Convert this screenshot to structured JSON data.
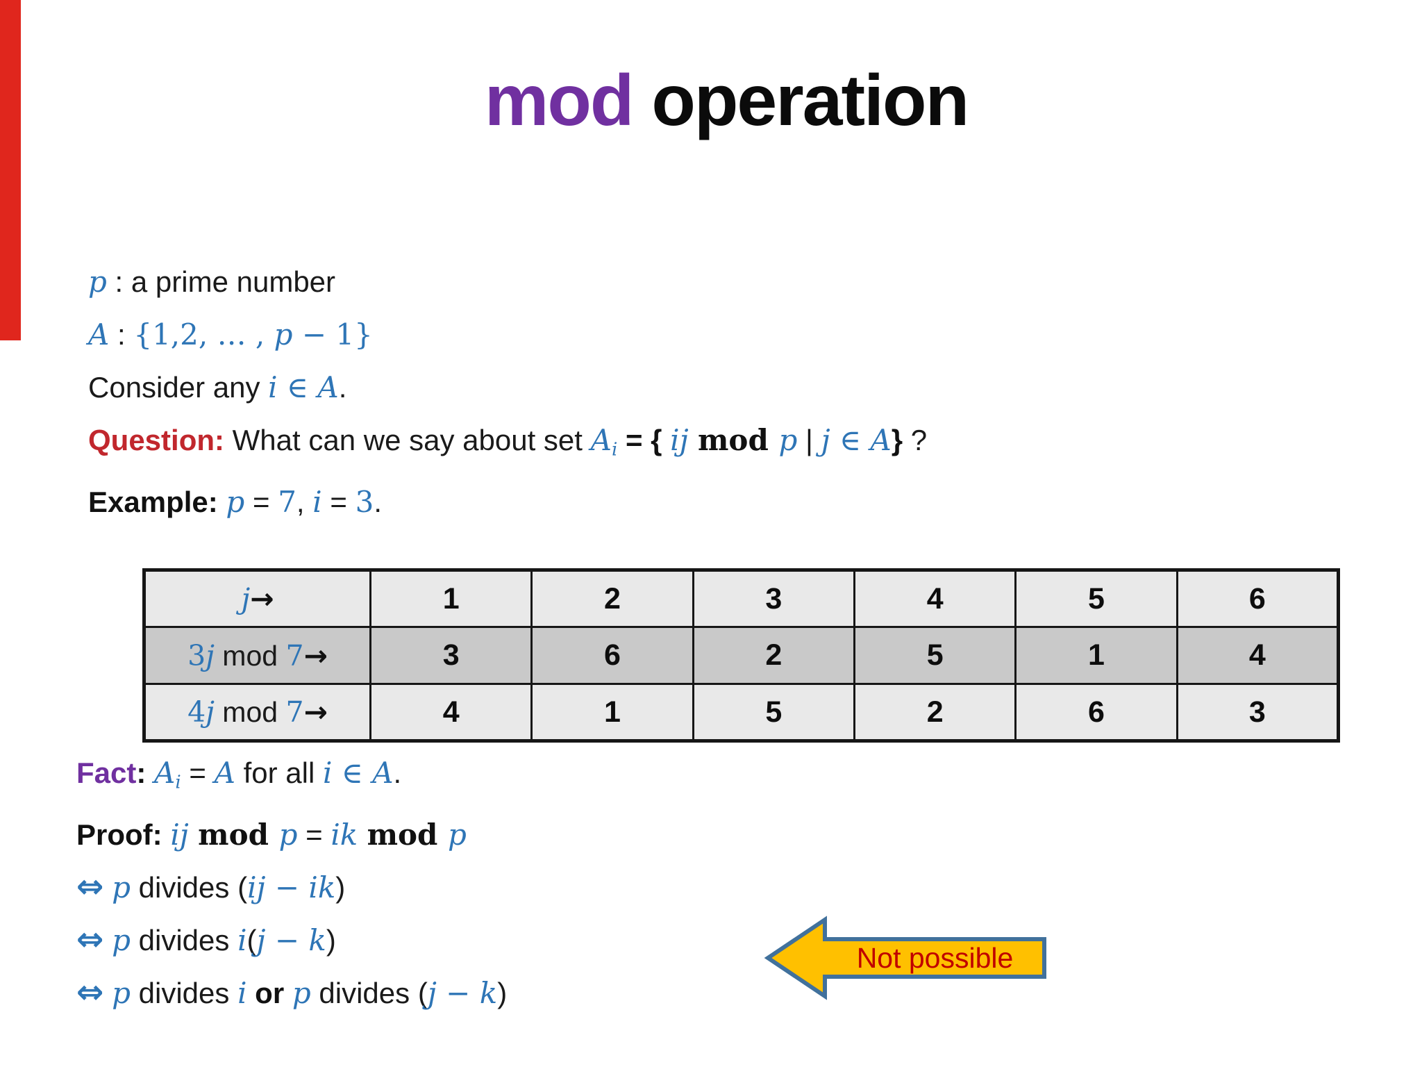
{
  "title": {
    "accent": "mod",
    "rest": " operation"
  },
  "colors": {
    "title_accent": "#7030A0",
    "math_blue": "#2E75B6",
    "table_header_blue": "#4A90C8",
    "question_red": "#C1272D",
    "fact_purple": "#7030A0",
    "arrow_fill": "#FFC000",
    "arrow_border": "#41719C",
    "arrow_text": "#C00000",
    "table_light": "#E9E9E9",
    "table_dark": "#C9C9C9",
    "red_strip": "#E0261D"
  },
  "lines_top": [
    {
      "name": "line-p-prime",
      "runs": [
        {
          "t": "p",
          "c": "m"
        },
        {
          "t": "  :  ",
          "c": "k"
        },
        {
          "t": "a prime number",
          "c": "k"
        }
      ]
    },
    {
      "name": "line-set-A",
      "runs": [
        {
          "t": "A",
          "c": "m"
        },
        {
          "t": " : ",
          "c": "k"
        },
        {
          "t": "{1,2, … , ",
          "c": "mn"
        },
        {
          "t": "p",
          "c": "m"
        },
        {
          "t": " − 1}",
          "c": "mn"
        }
      ]
    },
    {
      "name": "line-consider",
      "runs": [
        {
          "t": "Consider any ",
          "c": "k"
        },
        {
          "t": "i",
          "c": "m"
        },
        {
          "t": " ∈ ",
          "c": "mn"
        },
        {
          "t": "A",
          "c": "m"
        },
        {
          "t": ".",
          "c": "k"
        }
      ]
    },
    {
      "name": "line-question",
      "runs": [
        {
          "t": "Question:",
          "c": "rb"
        },
        {
          "t": " What can we say about set ",
          "c": "k"
        },
        {
          "t": "A",
          "c": "m"
        },
        {
          "t": "i",
          "c": "ms"
        },
        {
          "t": " = ",
          "c": "b"
        },
        {
          "t": "{ ",
          "c": "b"
        },
        {
          "t": "ij ",
          "c": "m"
        },
        {
          "t": "mod ",
          "c": "mb"
        },
        {
          "t": "p",
          "c": "m"
        },
        {
          "t": " | ",
          "c": "k"
        },
        {
          "t": "j",
          "c": "m"
        },
        {
          "t": " ∈ ",
          "c": "mn"
        },
        {
          "t": "A",
          "c": "m"
        },
        {
          "t": "}",
          "c": "b"
        },
        {
          "t": " ?",
          "c": "k"
        }
      ]
    },
    {
      "name": "line-example",
      "runs": [
        {
          "t": "Example",
          "c": "b"
        },
        {
          "t": ": ",
          "c": "b"
        },
        {
          "t": "p",
          "c": "m"
        },
        {
          "t": " = ",
          "c": "k"
        },
        {
          "t": "7",
          "c": "mn"
        },
        {
          "t": ", ",
          "c": "k"
        },
        {
          "t": "i",
          "c": "m"
        },
        {
          "t": " = ",
          "c": "k"
        },
        {
          "t": "3",
          "c": "mn"
        },
        {
          "t": ".",
          "c": "k"
        }
      ]
    }
  ],
  "table": {
    "rows": [
      {
        "shade": "light",
        "header_runs": [
          {
            "t": "j",
            "c": "m"
          },
          {
            "t": "→",
            "c": "harr"
          }
        ],
        "values": [
          "1",
          "2",
          "3",
          "4",
          "5",
          "6"
        ]
      },
      {
        "shade": "dark",
        "header_runs": [
          {
            "t": "3",
            "c": "mn"
          },
          {
            "t": "j",
            "c": "m"
          },
          {
            "t": " mod ",
            "c": "k"
          },
          {
            "t": "7",
            "c": "mn"
          },
          {
            "t": "→",
            "c": "harr"
          }
        ],
        "values": [
          "3",
          "6",
          "2",
          "5",
          "1",
          "4"
        ]
      },
      {
        "shade": "light",
        "header_runs": [
          {
            "t": "4",
            "c": "mn"
          },
          {
            "t": "j",
            "c": "m"
          },
          {
            "t": " mod ",
            "c": "k"
          },
          {
            "t": "7",
            "c": "mn"
          },
          {
            "t": "→",
            "c": "harr"
          }
        ],
        "values": [
          "4",
          "1",
          "5",
          "2",
          "6",
          "3"
        ]
      }
    ]
  },
  "lines_bottom": [
    {
      "name": "line-fact",
      "runs": [
        {
          "t": "Fact",
          "c": "pb"
        },
        {
          "t": ": ",
          "c": "b"
        },
        {
          "t": "A",
          "c": "m"
        },
        {
          "t": "i",
          "c": "ms"
        },
        {
          "t": " = ",
          "c": "k"
        },
        {
          "t": "A",
          "c": "m"
        },
        {
          "t": " for all ",
          "c": "k"
        },
        {
          "t": "i",
          "c": "m"
        },
        {
          "t": " ∈ ",
          "c": "mn"
        },
        {
          "t": "A",
          "c": "m"
        },
        {
          "t": ".",
          "c": "k"
        }
      ]
    },
    {
      "name": "line-proof",
      "runs": [
        {
          "t": "Proof",
          "c": "b"
        },
        {
          "t": ": ",
          "c": "b"
        },
        {
          "t": "ij ",
          "c": "m"
        },
        {
          "t": "mod ",
          "c": "mb"
        },
        {
          "t": "p",
          "c": "m"
        },
        {
          "t": " = ",
          "c": "k"
        },
        {
          "t": "ik ",
          "c": "m"
        },
        {
          "t": "mod ",
          "c": "mb"
        },
        {
          "t": "p",
          "c": "m"
        }
      ]
    },
    {
      "name": "line-equiv-1",
      "runs": [
        {
          "t": "⇔",
          "c": "eq"
        },
        {
          "t": "  ",
          "c": "k"
        },
        {
          "t": "p",
          "c": "m"
        },
        {
          "t": " divides ",
          "c": "k"
        },
        {
          "t": "(",
          "c": "k"
        },
        {
          "t": "ij − ik",
          "c": "m"
        },
        {
          "t": ")",
          "c": "k"
        }
      ]
    },
    {
      "name": "line-equiv-2",
      "runs": [
        {
          "t": "⇔",
          "c": "eq"
        },
        {
          "t": "  ",
          "c": "k"
        },
        {
          "t": "p",
          "c": "m"
        },
        {
          "t": " divides ",
          "c": "k"
        },
        {
          "t": "i",
          "c": "m"
        },
        {
          "t": "(",
          "c": "k"
        },
        {
          "t": "j − k",
          "c": "m"
        },
        {
          "t": ")",
          "c": "k"
        }
      ]
    },
    {
      "name": "line-equiv-3",
      "runs": [
        {
          "t": "⇔",
          "c": "eq"
        },
        {
          "t": "  ",
          "c": "k"
        },
        {
          "t": "p",
          "c": "m"
        },
        {
          "t": " divides ",
          "c": "k"
        },
        {
          "t": "i",
          "c": "m"
        },
        {
          "t": "  ",
          "c": "k"
        },
        {
          "t": "or ",
          "c": "b"
        },
        {
          "t": "p",
          "c": "m"
        },
        {
          "t": " divides ",
          "c": "k"
        },
        {
          "t": "(",
          "c": "k"
        },
        {
          "t": "j − k",
          "c": "m"
        },
        {
          "t": ")",
          "c": "k"
        }
      ]
    }
  ],
  "arrow": {
    "label": "Not possible"
  }
}
